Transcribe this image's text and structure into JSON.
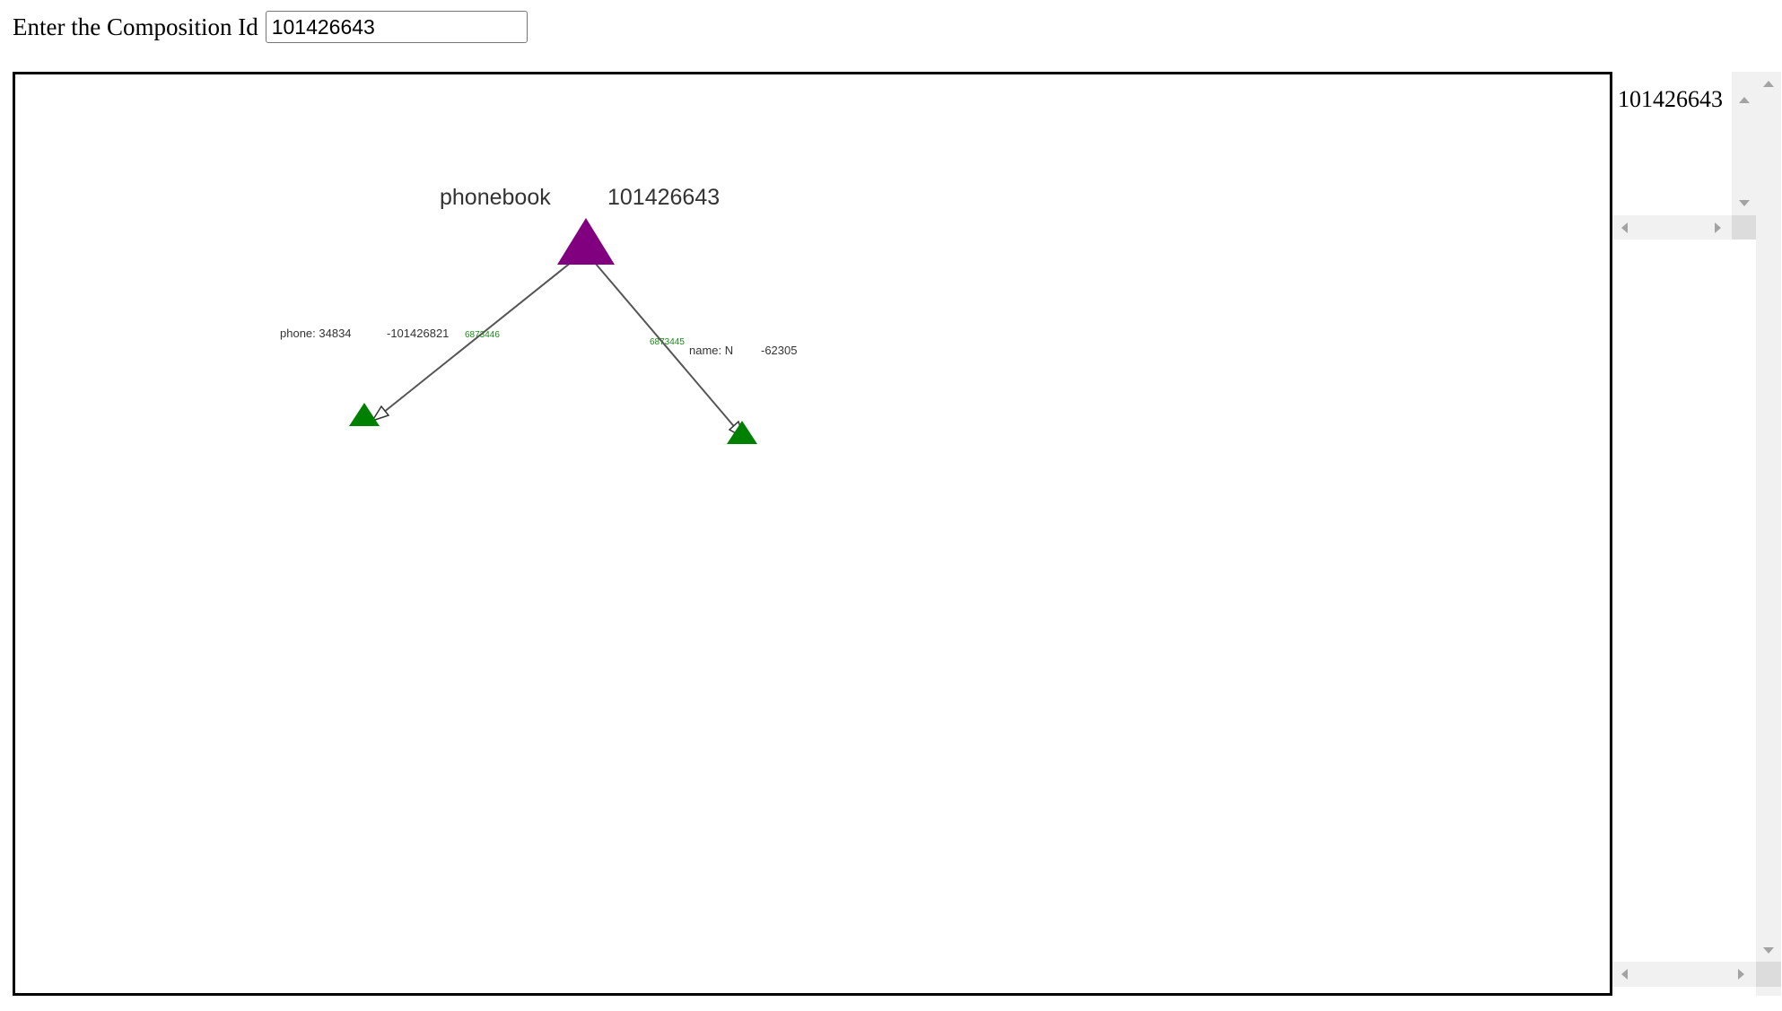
{
  "form": {
    "label": "Enter the Composition Id",
    "composition_id": "101426643"
  },
  "graph": {
    "root": {
      "label_prefix": "phonebook",
      "label_suffix": "101426643",
      "color": "#800080"
    },
    "children": [
      {
        "label_prefix": "phone: 34834",
        "label_suffix": "-101426821",
        "color": "#008000",
        "edge_label": "6873446"
      },
      {
        "label_prefix": "name: N",
        "label_suffix": "-62305",
        "color": "#008000",
        "edge_label": "6873445"
      }
    ],
    "edge_color": "#555555",
    "edge_label_color": "#1a8a1a"
  },
  "side_list": {
    "items": [
      "101426643"
    ]
  }
}
